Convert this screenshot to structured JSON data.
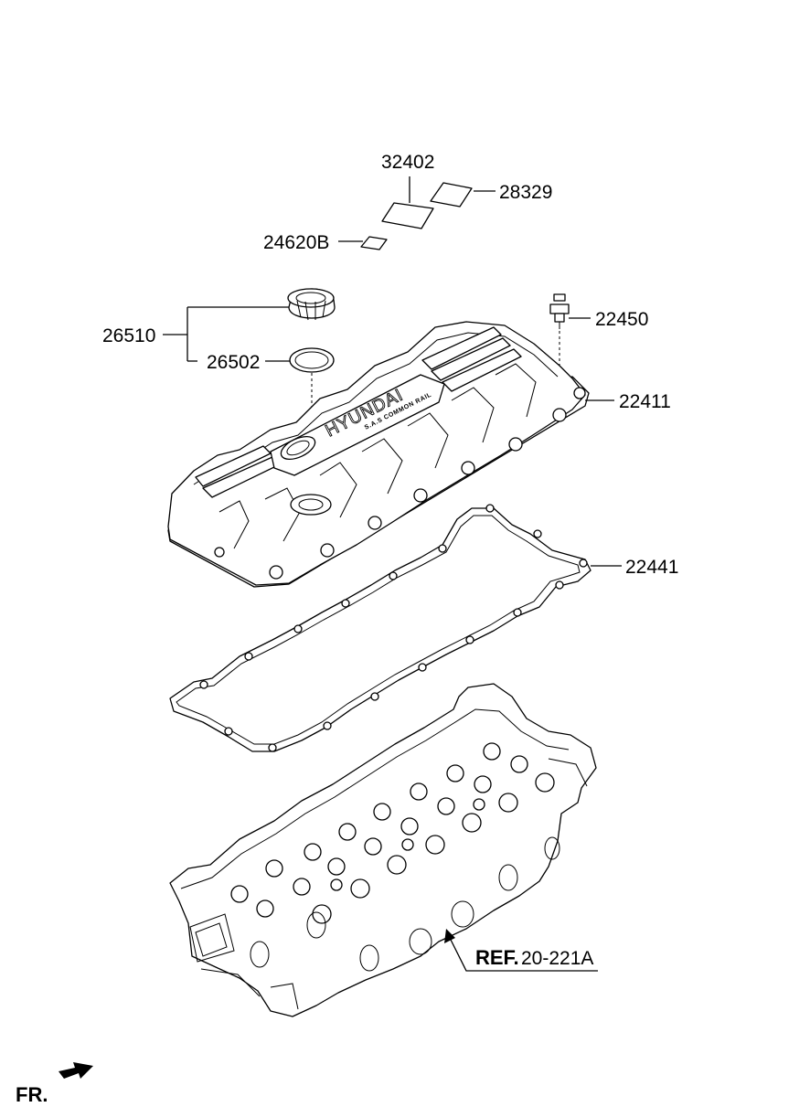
{
  "diagram": {
    "callouts": [
      {
        "id": "32402",
        "label": "32402"
      },
      {
        "id": "28329",
        "label": "28329"
      },
      {
        "id": "24620B",
        "label": "24620B"
      },
      {
        "id": "26510",
        "label": "26510"
      },
      {
        "id": "22450",
        "label": "22450"
      },
      {
        "id": "26502",
        "label": "26502"
      },
      {
        "id": "22411",
        "label": "22411"
      },
      {
        "id": "22441",
        "label": "22441"
      }
    ],
    "reference": {
      "prefix": "REF.",
      "code": "20-221A"
    },
    "direction": {
      "label": "FR."
    },
    "cover_embossing": {
      "brand": "HYUNDAI",
      "subtitle": "S.A.S COMMON RAIL"
    }
  }
}
